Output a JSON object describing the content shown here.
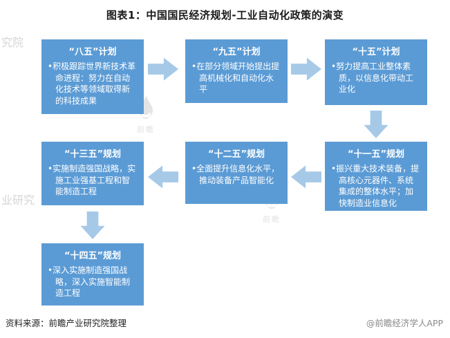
{
  "title": "图表1：中国国民经济规划-工业自动化政策的演变",
  "boxes": [
    {
      "heading": "“八五”计划",
      "body": "•积极跟踪世界新技术革命进程：努力在自动化技术等领域取得新的科技成果"
    },
    {
      "heading": "“九五”计划",
      "body": "•在部分领域开始提出提高机械化和自动化水平"
    },
    {
      "heading": "“十五”计划",
      "body": "•努力提高工业整体素质，以信息化带动工业化"
    },
    {
      "heading": "“十一五”规划",
      "body": "•振兴重大技术装备，提高核心元器件、系统集成的整体水平；加快制造业信息化"
    },
    {
      "heading": "“十二五”规划",
      "body": "•全面提升信息化水平，推动装备产品智能化"
    },
    {
      "heading": "“十三五”规划",
      "body": "•实施制造强国战略，实施工业强基工程和智能制造工程"
    },
    {
      "heading": "“十四五”规划",
      "body": "•深入实施制造强国战略，深入实施智能制造工程"
    }
  ],
  "footer": {
    "source": "资料来源：前瞻产业研究院整理",
    "credit": "@前瞻经济学人APP"
  },
  "watermark": {
    "brand": "前瞻",
    "corner_top_left": "究院",
    "corner_bottom_left": "业研究"
  },
  "colors": {
    "box_fill": "#5B9BD5",
    "arrow_fill": "#A6C9E8",
    "box_text": "#FFFFFF"
  }
}
